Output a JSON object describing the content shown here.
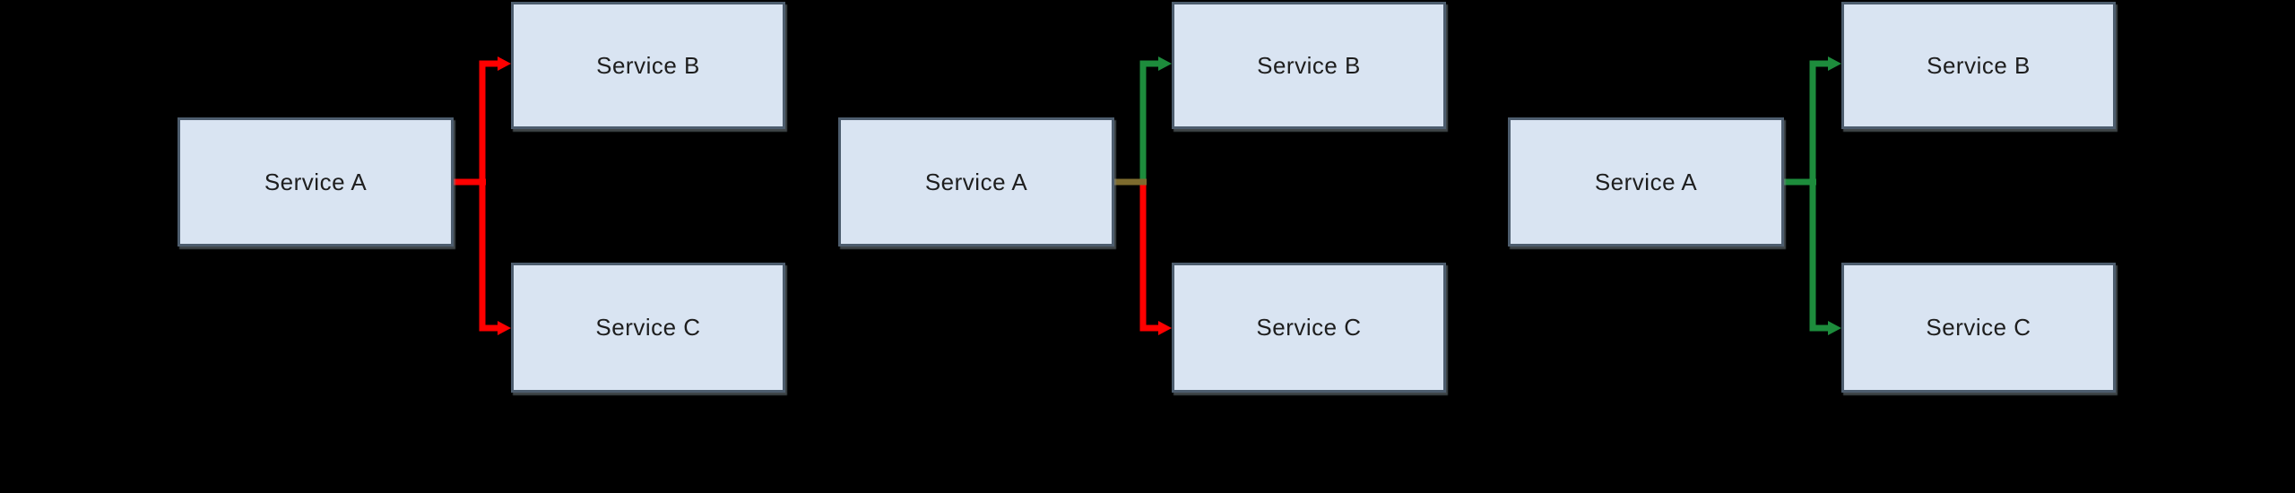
{
  "canvas": {
    "background": "#000000"
  },
  "node_style": {
    "fill": "#d9e4f2",
    "border": "#4d5d6e",
    "label_color": "#1e1e1e"
  },
  "edge_colors": {
    "red": "#ff0000",
    "green": "#1d8c3c",
    "junction_mixed": "#7d6b2e"
  },
  "diagrams": [
    {
      "id": "left",
      "nodes": {
        "a": {
          "label": "Service A"
        },
        "b": {
          "label": "Service B"
        },
        "c": {
          "label": "Service C"
        }
      },
      "edges": [
        {
          "from": "a",
          "to": "b",
          "color": "#ff0000"
        },
        {
          "from": "a",
          "to": "c",
          "color": "#ff0000"
        }
      ],
      "junction_color": "#ff0000"
    },
    {
      "id": "middle",
      "nodes": {
        "a": {
          "label": "Service A"
        },
        "b": {
          "label": "Service B"
        },
        "c": {
          "label": "Service C"
        }
      },
      "edges": [
        {
          "from": "a",
          "to": "b",
          "color": "#1d8c3c"
        },
        {
          "from": "a",
          "to": "c",
          "color": "#ff0000"
        }
      ],
      "junction_color": "#7d6b2e"
    },
    {
      "id": "right",
      "nodes": {
        "a": {
          "label": "Service A"
        },
        "b": {
          "label": "Service B"
        },
        "c": {
          "label": "Service C"
        }
      },
      "edges": [
        {
          "from": "a",
          "to": "b",
          "color": "#1d8c3c"
        },
        {
          "from": "a",
          "to": "c",
          "color": "#1d8c3c"
        }
      ],
      "junction_color": "#1d8c3c"
    }
  ]
}
